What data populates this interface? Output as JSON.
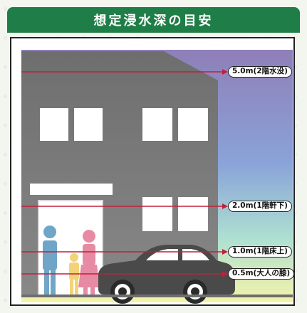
{
  "title": "想定浸水深の目安",
  "levels": [
    {
      "depth_m": 5.0,
      "label": "5.0m(2階水没)"
    },
    {
      "depth_m": 2.0,
      "label": "2.0m(1階軒下)"
    },
    {
      "depth_m": 1.0,
      "label": "1.0m(1階床上)"
    },
    {
      "depth_m": 0.5,
      "label": "0.5m(大人の膝)"
    }
  ],
  "colors": {
    "title_bg": "#1f7e47",
    "water_line": "#c41e3a",
    "house_wall": "#7a7a7a",
    "window": "#ffffff",
    "car": "#4a4a4a",
    "adult": "#6fa6c8",
    "adult_female": "#e78aa3",
    "child": "#f2d37a"
  }
}
